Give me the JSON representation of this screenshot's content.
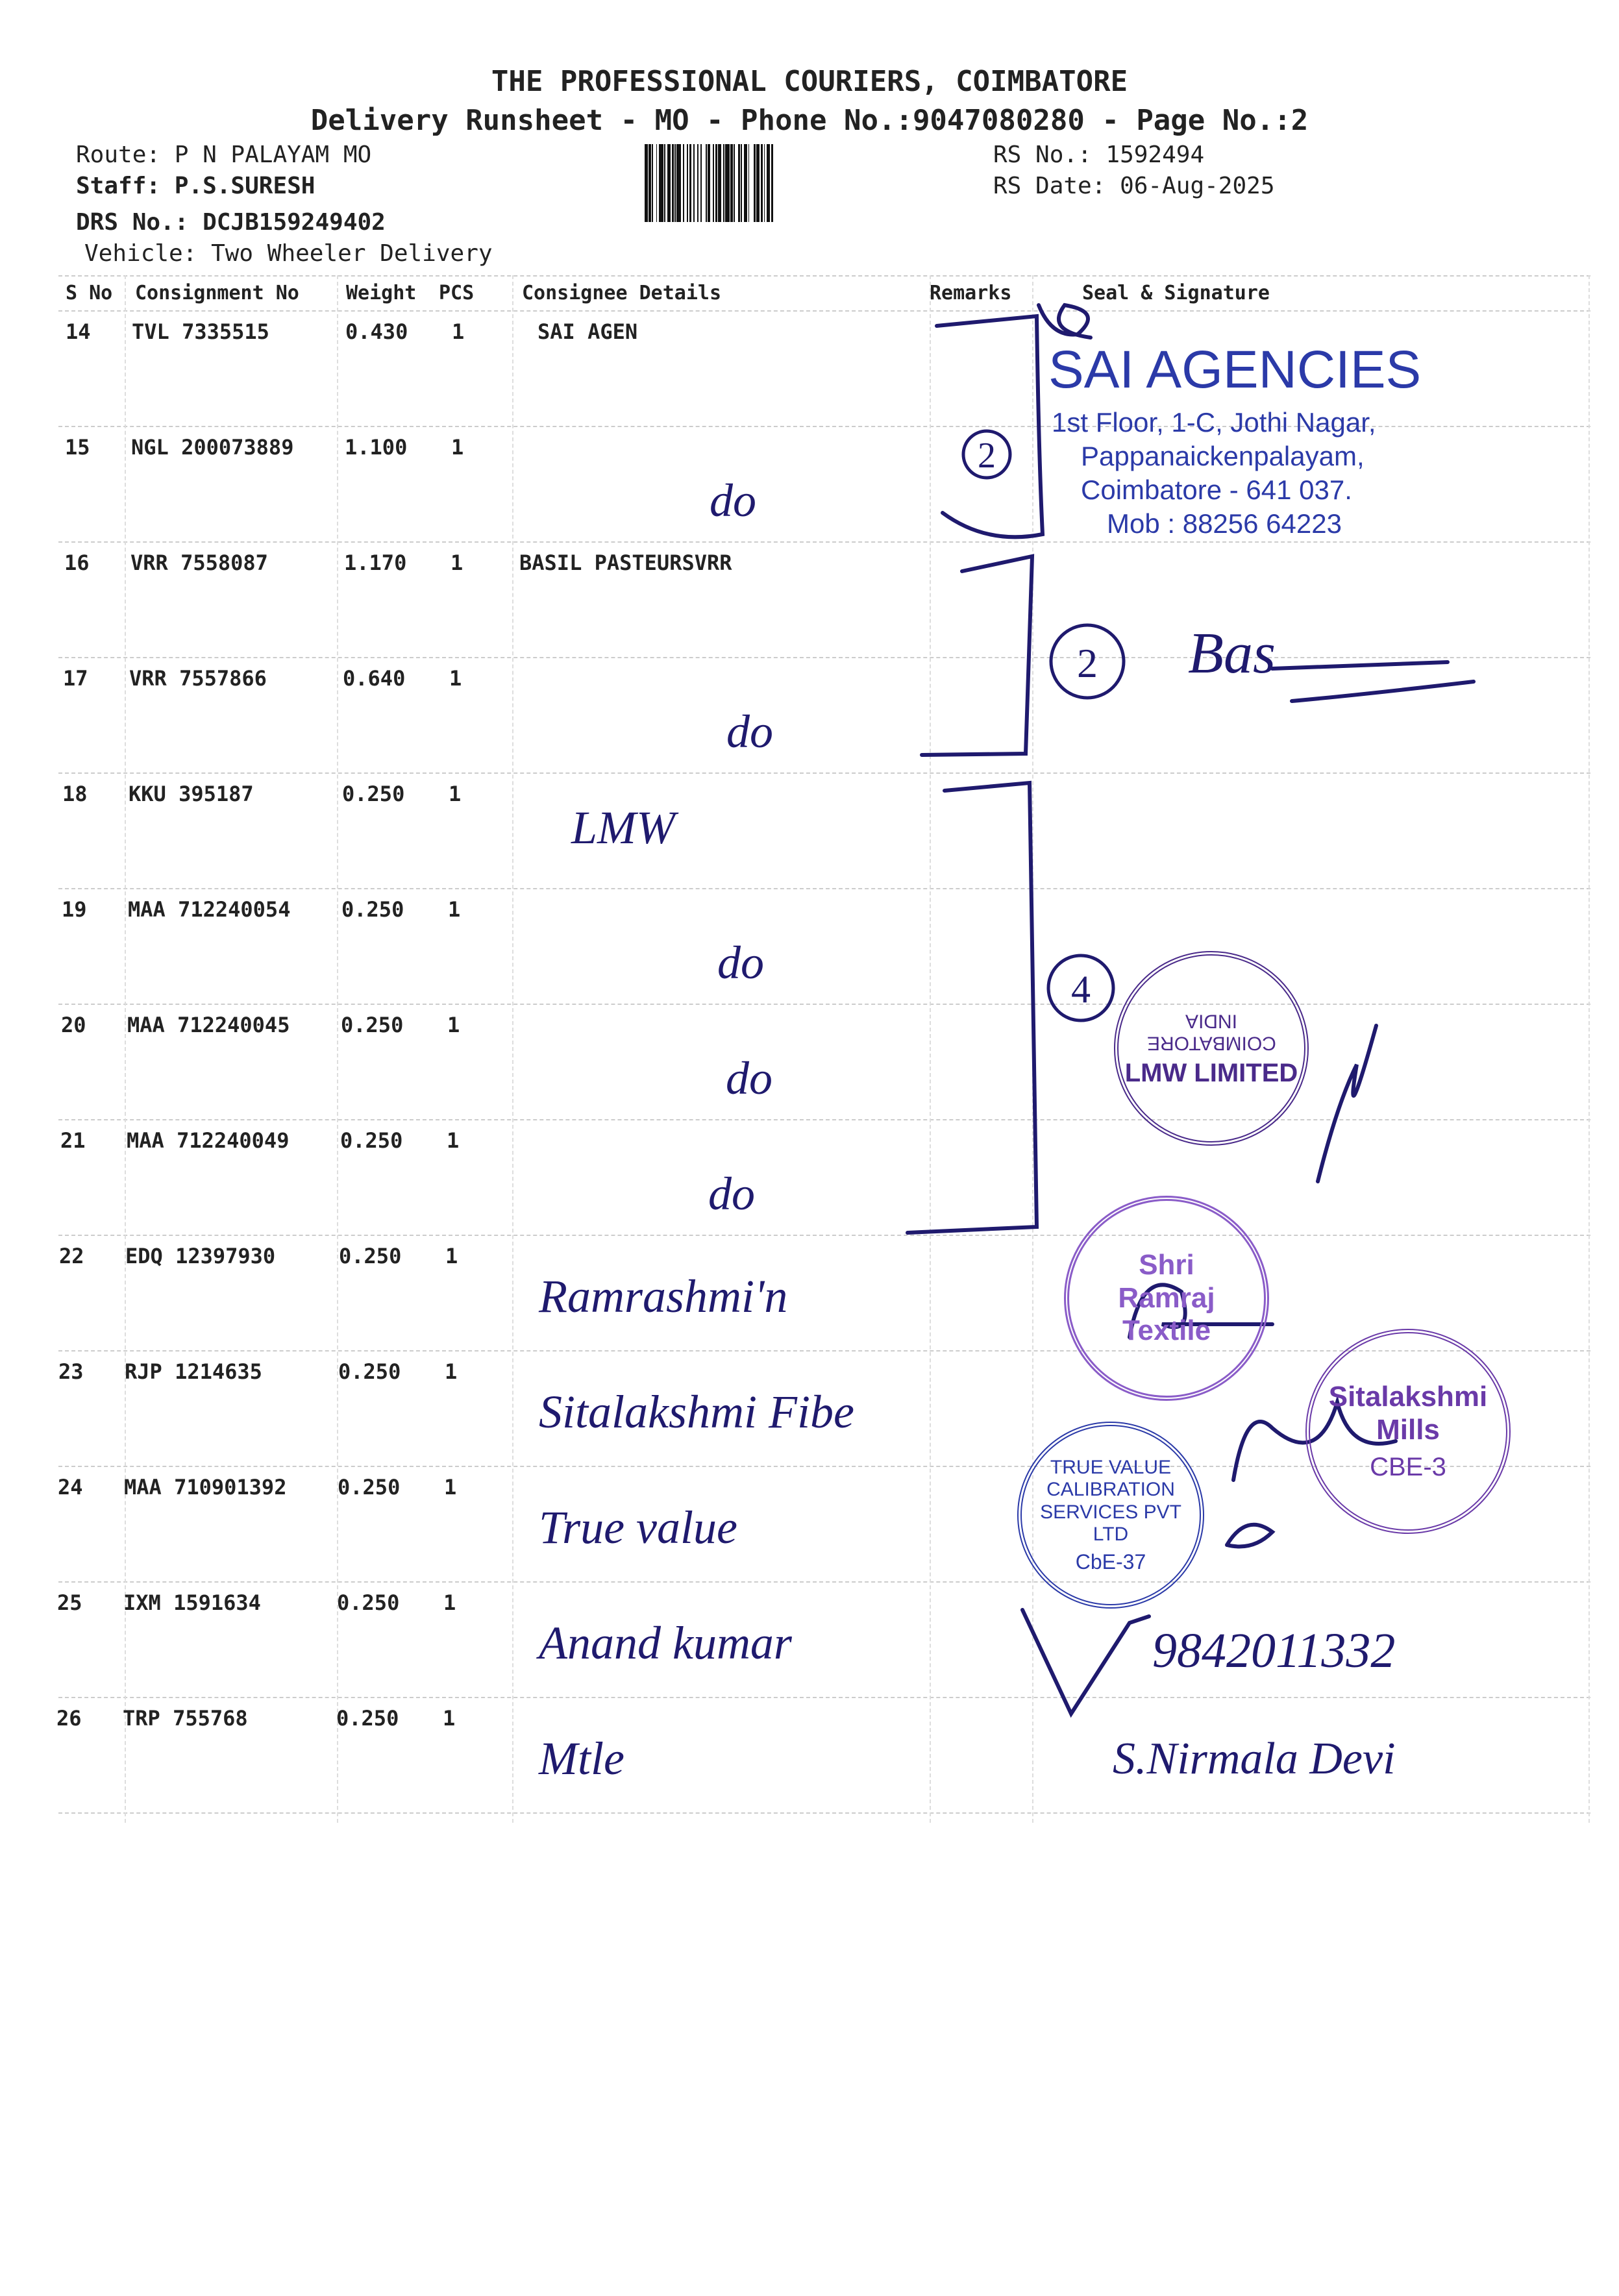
{
  "header": {
    "company": "THE PROFESSIONAL COURIERS, COIMBATORE",
    "subtitle": "Delivery Runsheet - MO - Phone No.:9047080280 - Page No.:2",
    "route_label": "Route:",
    "route": "P N PALAYAM MO",
    "staff_label": "Staff:",
    "staff": "P.S.SURESH",
    "drs_label": "DRS No.:",
    "drs": "DCJB159249402",
    "vehicle_label": "Vehicle:",
    "vehicle": "Two Wheeler Delivery",
    "rs_no_label": "RS No.:",
    "rs_no": "1592494",
    "rs_date_label": "RS Date:",
    "rs_date": "06-Aug-2025"
  },
  "table": {
    "columns": [
      "S No",
      "Consignment No",
      "Weight",
      "PCS",
      "Consignee Details",
      "Remarks",
      "Seal & Signature"
    ],
    "rows": [
      {
        "sno": "14",
        "cn": "TVL 7335515",
        "wt": "0.430",
        "pcs": "1",
        "consignee": "SAI AGEN",
        "hand": ""
      },
      {
        "sno": "15",
        "cn": "NGL 200073889",
        "wt": "1.100",
        "pcs": "1",
        "consignee": "",
        "hand": "do"
      },
      {
        "sno": "16",
        "cn": "VRR 7558087",
        "wt": "1.170",
        "pcs": "1",
        "consignee": "BASIL PASTEURSVRR",
        "hand": ""
      },
      {
        "sno": "17",
        "cn": "VRR 7557866",
        "wt": "0.640",
        "pcs": "1",
        "consignee": "",
        "hand": "do"
      },
      {
        "sno": "18",
        "cn": "KKU 395187",
        "wt": "0.250",
        "pcs": "1",
        "consignee": "",
        "hand": "LMW"
      },
      {
        "sno": "19",
        "cn": "MAA 712240054",
        "wt": "0.250",
        "pcs": "1",
        "consignee": "",
        "hand": "do"
      },
      {
        "sno": "20",
        "cn": "MAA 712240045",
        "wt": "0.250",
        "pcs": "1",
        "consignee": "",
        "hand": "do"
      },
      {
        "sno": "21",
        "cn": "MAA 712240049",
        "wt": "0.250",
        "pcs": "1",
        "consignee": "",
        "hand": "do"
      },
      {
        "sno": "22",
        "cn": "EDQ 12397930",
        "wt": "0.250",
        "pcs": "1",
        "consignee": "",
        "hand": "Ramrashmi'n"
      },
      {
        "sno": "23",
        "cn": "RJP 1214635",
        "wt": "0.250",
        "pcs": "1",
        "consignee": "",
        "hand": "Sitalakshmi Fibe"
      },
      {
        "sno": "24",
        "cn": "MAA 710901392",
        "wt": "0.250",
        "pcs": "1",
        "consignee": "",
        "hand": "True value"
      },
      {
        "sno": "25",
        "cn": "IXM 1591634",
        "wt": "0.250",
        "pcs": "1",
        "consignee": "",
        "hand": "Anand kumar"
      },
      {
        "sno": "26",
        "cn": "TRP 755768",
        "wt": "0.250",
        "pcs": "1",
        "consignee": "",
        "hand": "Mtle"
      }
    ]
  },
  "stamps": {
    "sai": {
      "name": "SAI AGENCIES",
      "l1": "1st Floor, 1-C, Jothi Nagar,",
      "l2": "Pappanaickenpalayam,",
      "l3": "Coimbatore - 641 037.",
      "l4": "Mob : 88256 64223"
    },
    "lmw": {
      "ring": "LMW LIMITED",
      "c1": "COIMBATORE",
      "c2": "INDIA"
    },
    "ramraj": {
      "ring": "Shri Ramraj Textile"
    },
    "truevalue": {
      "ring": "TRUE VALUE CALIBRATION SERVICES PVT LTD",
      "center": "CbE-37"
    },
    "sitalakshmi": {
      "ring": "Sitalakshmi Mills",
      "center": "CBE-3"
    }
  },
  "annotations": {
    "circled_1": "2",
    "circled_2": "2",
    "circled_3": "4",
    "sig_basil": "Bas",
    "phone": "9842011332",
    "sig_name": "S.Nirmala Devi"
  },
  "colors": {
    "ink": "#1f1a6e",
    "stamp_blue": "#2b3aa8",
    "stamp_purple": "#4a2a8a",
    "stamp_violet": "#8a5cc8"
  }
}
